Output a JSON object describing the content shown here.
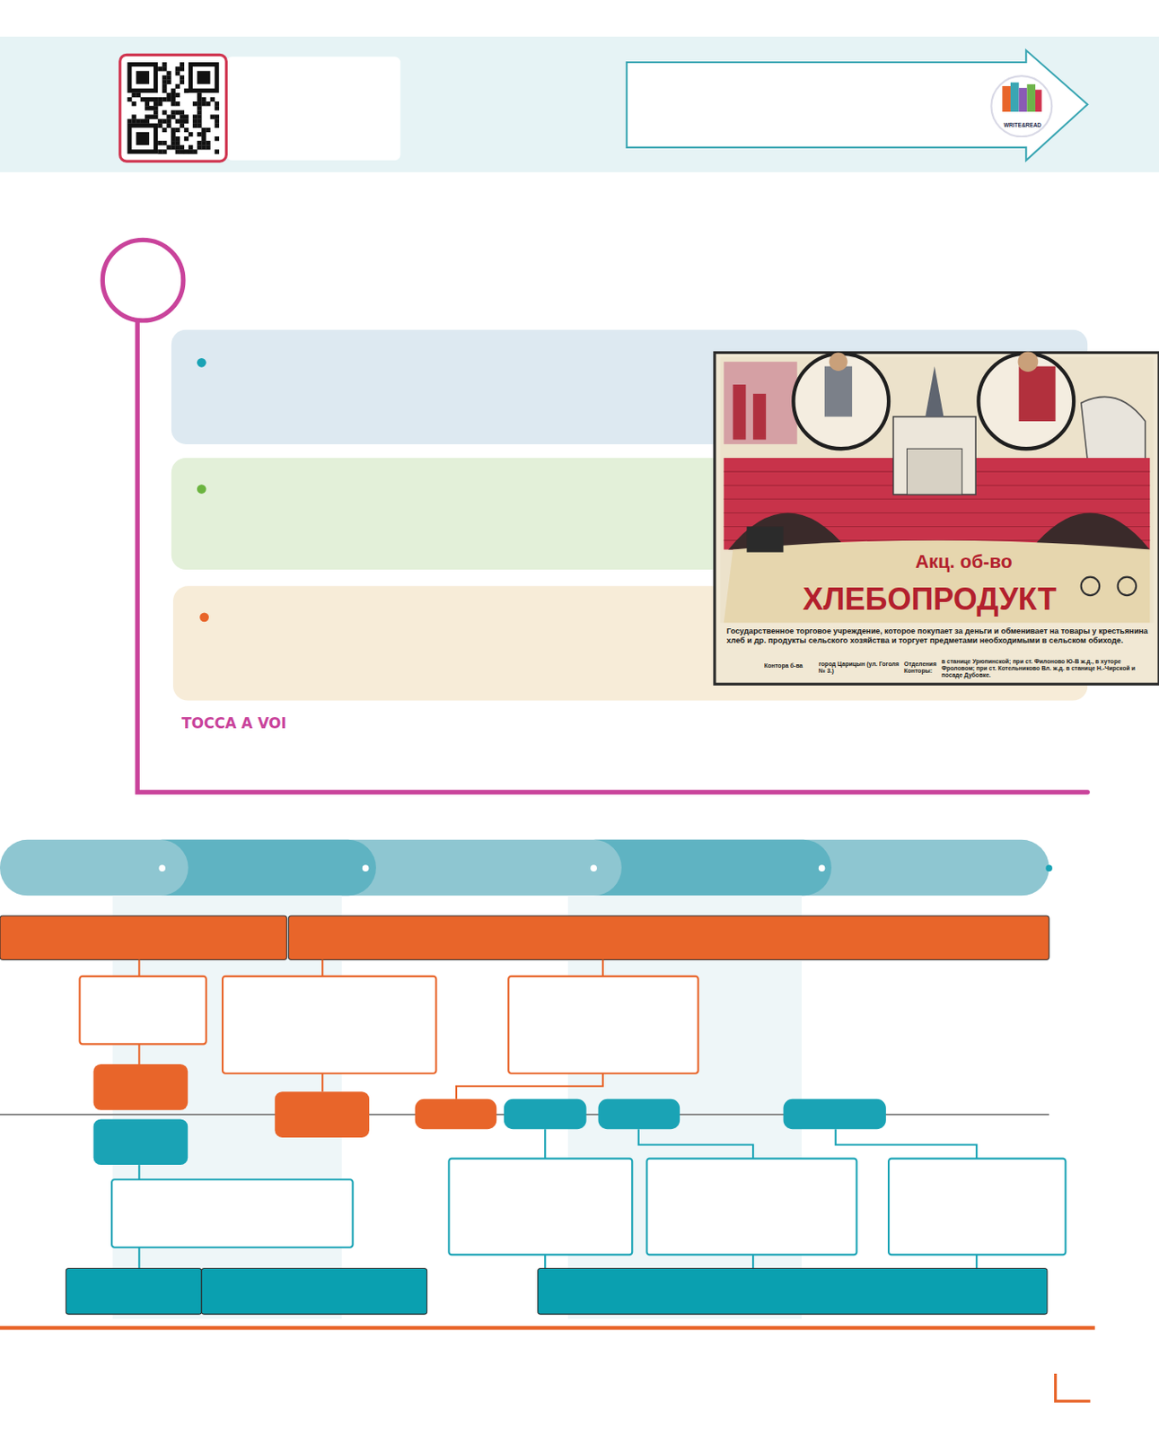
{
  "diagram": {
    "labels": [
      "WRITE&READ",
      "Акц. об-во",
      "ХЛЕБОПРОДУКТ",
      "Государственное торговое учреждение, которое покупает за деньги и обменивает на товары у крестьянина хлеб и др. продукты сельского хозяйства и торгует предметами необходимыми в сельском обиходе.",
      "Контора б-ва",
      "город Царицын (ул. Гоголя № 3.)",
      "Отделения Конторы:",
      "в станице Урюпинской; при ст. Филоново Ю-В ж.д., в хуторе Фроловом; при ст. Котельниково Вл. ж.д. в станице Н.-Чирской и посаде Дубовке.",
      "TOCCA A VOI"
    ]
  }
}
